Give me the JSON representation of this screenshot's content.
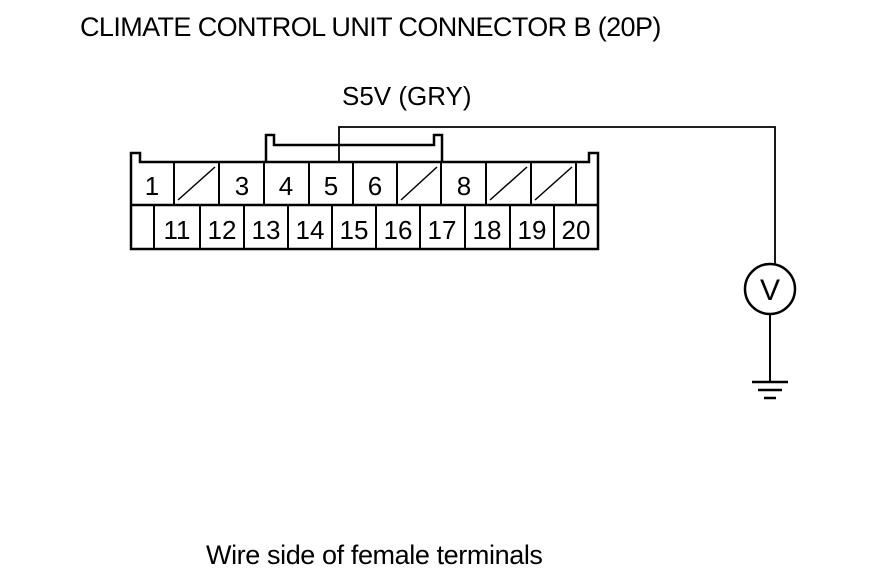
{
  "title": "CLIMATE CONTROL UNIT CONNECTOR B (20P)",
  "wire_label": "S5V (GRY)",
  "caption": "Wire side of female terminals",
  "connector": {
    "top_row": [
      "1",
      "",
      "3",
      "4",
      "5",
      "6",
      "",
      "8",
      "",
      "",
      ""
    ],
    "bottom_row": [
      "",
      "11",
      "12",
      "13",
      "14",
      "15",
      "16",
      "17",
      "18",
      "19",
      "20"
    ]
  },
  "meter_symbol": "V"
}
